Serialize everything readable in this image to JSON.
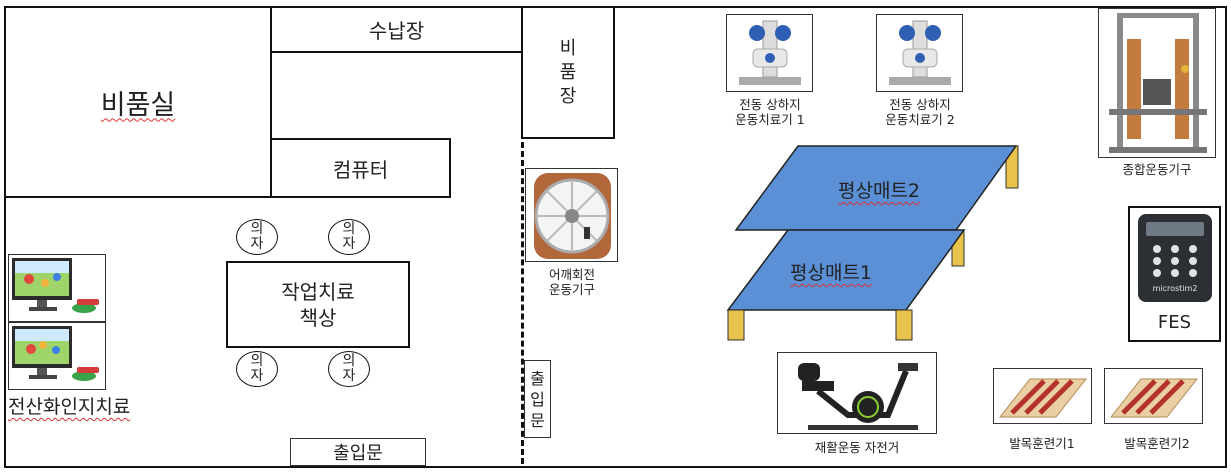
{
  "rooms": {
    "storage_room": "비품실",
    "closet": "수납장",
    "computer": "컴퓨터",
    "cabinet": [
      "비",
      "품",
      "장"
    ],
    "entrance_main": "출입문",
    "entrance_side": [
      "출",
      "입",
      "문"
    ]
  },
  "desk": {
    "line1": "작업치료",
    "line2": "책상"
  },
  "chairs": [
    [
      "의",
      "자"
    ],
    [
      "의",
      "자"
    ],
    [
      "의",
      "자"
    ],
    [
      "의",
      "자"
    ]
  ],
  "computer_therapy": {
    "label": "전산화인지치료"
  },
  "equipment": {
    "shoulder_wheel": [
      "어깨회전",
      "운동기구"
    ],
    "cpm1": [
      "전동 상하지",
      "운동치료기 1"
    ],
    "cpm2": [
      "전동 상하지",
      "운동치료기 2"
    ],
    "multi_gym": "종합운동기구",
    "mat2": "평상매트2",
    "mat1": "평상매트1",
    "fes_device_text": "microstim2",
    "fes": "FES",
    "bike": "재활운동 자전거",
    "ankle1": "발목훈련기1",
    "ankle2": "발목훈련기2"
  },
  "colors": {
    "mat_blue": "#5b8fd6",
    "mat_leg": "#e8c24a"
  }
}
